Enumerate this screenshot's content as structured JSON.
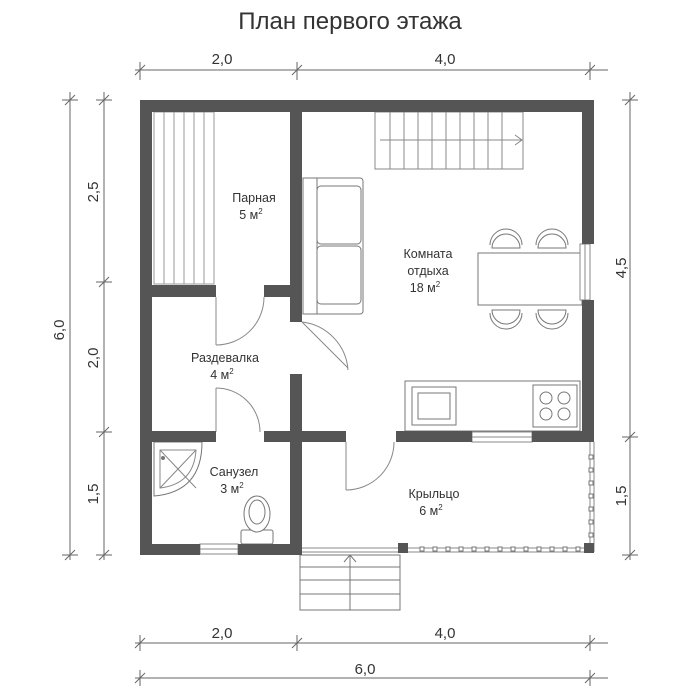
{
  "title": "План первого этажа",
  "dimensions": {
    "top_left": "2,0",
    "top_right": "4,0",
    "bottom_left": "2,0",
    "bottom_right": "4,0",
    "bottom_total": "6,0",
    "left_total": "6,0",
    "left_top": "2,5",
    "left_middle": "2,0",
    "left_bottom": "1,5",
    "right_top": "4,5",
    "right_bottom": "1,5"
  },
  "rooms": {
    "steam": {
      "name": "Парная",
      "area": "5 м",
      "unit_sup": "2"
    },
    "rest": {
      "name_line1": "Комната",
      "name_line2": "отдыха",
      "area": "18 м",
      "unit_sup": "2"
    },
    "changing": {
      "name": "Раздевалка",
      "area": "4 м",
      "unit_sup": "2"
    },
    "bathroom": {
      "name": "Санузел",
      "area": "3 м",
      "unit_sup": "2"
    },
    "porch": {
      "name": "Крыльцо",
      "area": "6 м",
      "unit_sup": "2"
    }
  },
  "colors": {
    "wall": "#555555",
    "line": "#888888",
    "text": "#333333"
  }
}
